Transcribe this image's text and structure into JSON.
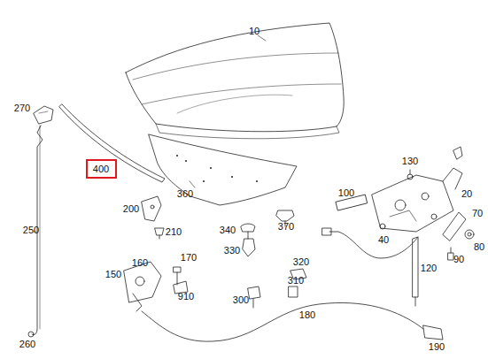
{
  "diagram": {
    "nodes": [
      {
        "text": [
          "400"
        ]
      }
    ],
    "labels": [
      "10",
      "270",
      "360",
      "250",
      "200",
      "210",
      "340",
      "370",
      "330",
      "100",
      "130",
      "20",
      "70",
      "80",
      "40",
      "90",
      "120",
      "160",
      "170",
      "150",
      "910",
      "320",
      "310",
      "300",
      "180",
      "190",
      "260"
    ]
  }
}
